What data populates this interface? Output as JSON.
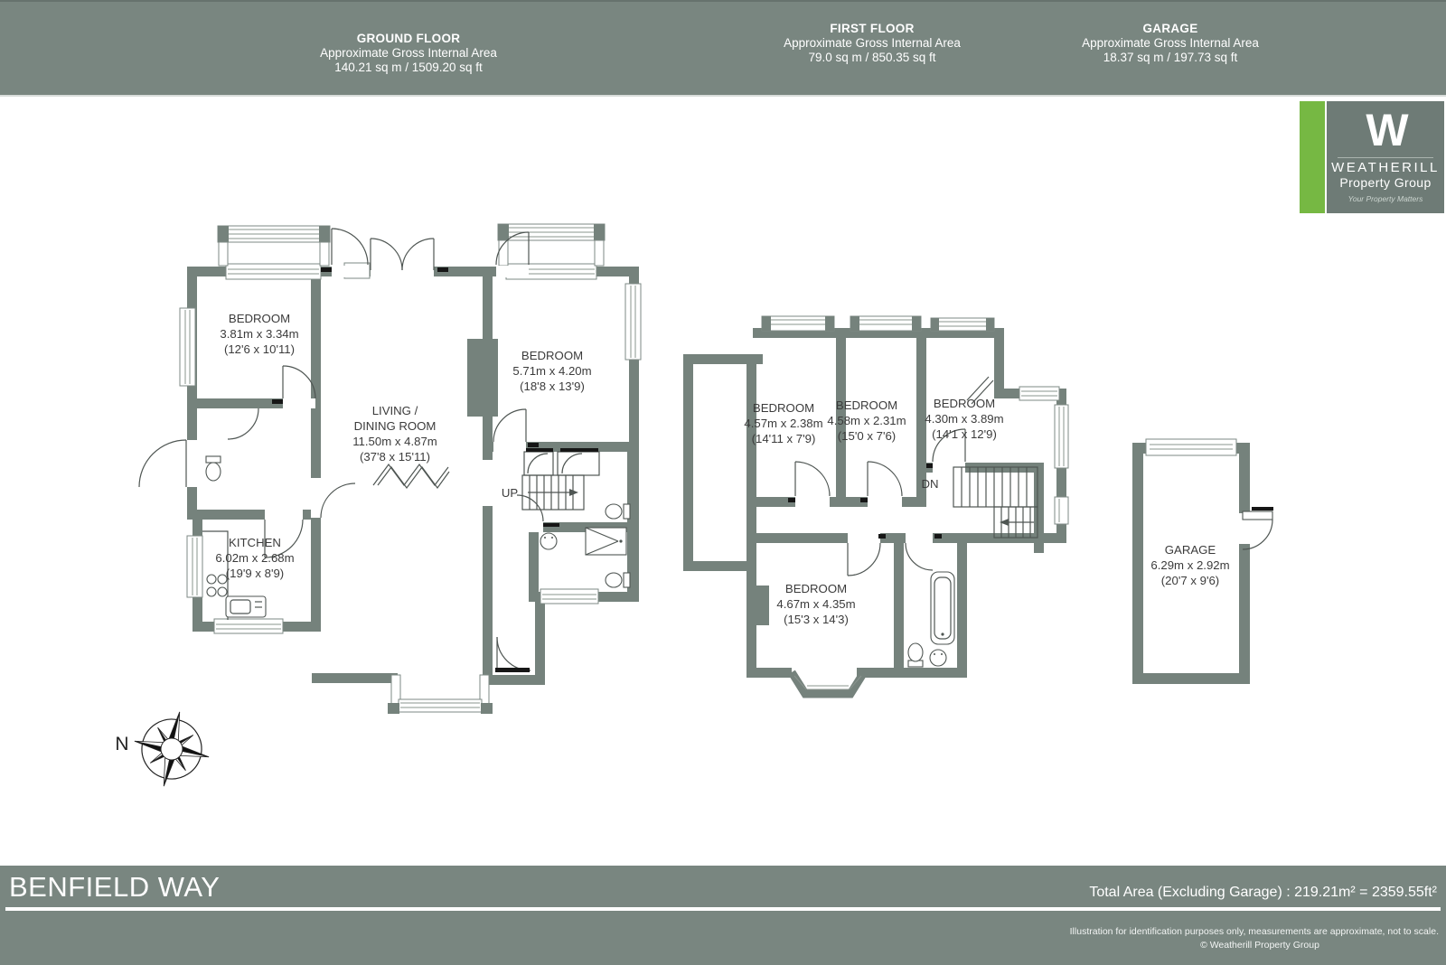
{
  "header": {
    "sections": [
      {
        "title": "GROUND FLOOR",
        "line1": "Approximate Gross Internal Area",
        "line2": "140.21 sq m / 1509.20 sq ft"
      },
      {
        "title": "FIRST FLOOR",
        "line1": "Approximate Gross Internal Area",
        "line2": "79.0  sq m / 850.35 sq ft"
      },
      {
        "title": "GARAGE",
        "line1": "Approximate Gross Internal Area",
        "line2": "18.37  sq m / 197.73 sq ft"
      }
    ]
  },
  "logo": {
    "monogram": "W",
    "name": "WEATHERILL",
    "subname": "Property Group",
    "tagline": "Your Property Matters",
    "green": "#76b843",
    "gray": "#6e7b76"
  },
  "floors": {
    "ground": {
      "rooms": [
        {
          "lines": [
            "BEDROOM",
            "3.81m x 3.34m",
            "(12'6 x 10'11)"
          ]
        },
        {
          "lines": [
            "BEDROOM",
            "5.71m x 4.20m",
            "(18'8 x 13'9)"
          ]
        },
        {
          "lines": [
            "LIVING /",
            "DINING ROOM",
            "11.50m x 4.87m",
            "(37'8 x 15'11)"
          ]
        },
        {
          "lines": [
            "KITCHEN",
            "6.02m x 2.68m",
            "(19'9 x 8'9)"
          ]
        }
      ],
      "stairs_label": "UP"
    },
    "first": {
      "rooms": [
        {
          "lines": [
            "BEDROOM",
            "4.57m x 2.38m",
            "(14'11 x 7'9)"
          ]
        },
        {
          "lines": [
            "BEDROOM",
            "4.58m x 2.31m",
            "(15'0 x 7'6)"
          ]
        },
        {
          "lines": [
            "BEDROOM",
            "4.30m x 3.89m",
            "(14'1 x 12'9)"
          ]
        },
        {
          "lines": [
            "BEDROOM",
            "4.67m x 4.35m",
            "(15'3 x 14'3)"
          ]
        }
      ],
      "stairs_label": "DN"
    },
    "garage": {
      "rooms": [
        {
          "lines": [
            "GARAGE",
            "6.29m x 2.92m",
            "(20'7 x 9'6)"
          ]
        }
      ]
    }
  },
  "compass": {
    "label": "N"
  },
  "footer": {
    "address": "BENFIELD WAY",
    "total_area": "Total Area (Excluding Garage) : 219.21m² = 2359.55ft²",
    "disclaimer1": "Illustration for identification purposes only, measurements are approximate, not to scale.",
    "disclaimer2": "© Weatherill Property Group"
  },
  "colors": {
    "bar": "#798680",
    "wall": "#75827c",
    "logo_green": "#76b843",
    "logo_gray": "#6e7b76"
  }
}
